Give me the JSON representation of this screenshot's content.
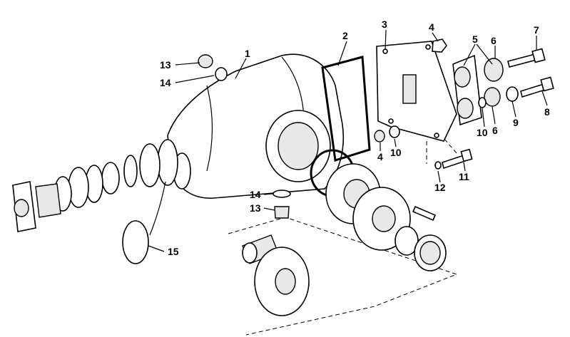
{
  "diagram": {
    "labels": [
      "1",
      "2",
      "3",
      "4",
      "5",
      "6",
      "7",
      "13",
      "14",
      "8",
      "9",
      "6",
      "10",
      "4",
      "10",
      "11",
      "12",
      "14",
      "13",
      "15"
    ]
  }
}
